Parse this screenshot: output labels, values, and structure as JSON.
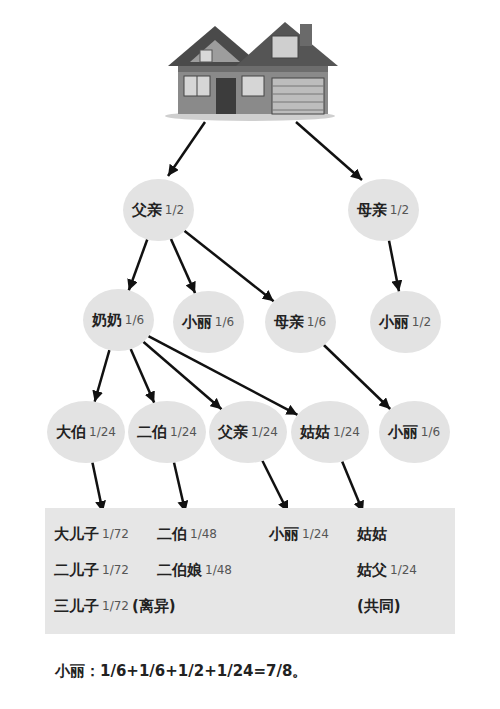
{
  "diagram": {
    "nodes": [
      {
        "text": [
          "父亲",
          "1/2"
        ]
      },
      {
        "text": [
          "母亲",
          "1/2"
        ]
      },
      {
        "text": [
          "奶奶",
          "1/6"
        ]
      },
      {
        "text": [
          "小丽",
          "1/6"
        ]
      },
      {
        "text": [
          "母亲",
          "1/6"
        ]
      },
      {
        "text": [
          "小丽",
          "1/2"
        ]
      },
      {
        "text": [
          "大伯",
          "1/24"
        ]
      },
      {
        "text": [
          "二伯",
          "1/24"
        ]
      },
      {
        "text": [
          "父亲",
          "1/24"
        ]
      },
      {
        "text": [
          "姑姑",
          "1/24"
        ]
      },
      {
        "text": [
          "小丽",
          "1/6"
        ]
      },
      {
        "text": []
      },
      {
        "text": [
          "大儿子",
          "1/72",
          "二儿子",
          "1/72",
          "三儿子",
          "1/72",
          "(离异)"
        ],
        "in": 11
      },
      {
        "text": [
          "二伯",
          "1/48",
          "二伯娘",
          "1/48"
        ],
        "in": 11
      },
      {
        "text": [
          "小丽",
          "1/24"
        ],
        "in": 11
      },
      {
        "text": [
          "姑姑",
          "姑父",
          "1/24",
          "(共同)"
        ],
        "in": 11
      }
    ],
    "edges": [
      {
        "from": 0,
        "to": 2,
        "arrow": "to"
      },
      {
        "from": 0,
        "to": 3,
        "arrow": "to"
      },
      {
        "from": 0,
        "to": 4,
        "arrow": "to"
      },
      {
        "from": 1,
        "to": 5,
        "arrow": "to"
      },
      {
        "from": 2,
        "to": 6,
        "arrow": "to"
      },
      {
        "from": 2,
        "to": 7,
        "arrow": "to"
      },
      {
        "from": 2,
        "to": 8,
        "arrow": "to"
      },
      {
        "from": 2,
        "to": 9,
        "arrow": "to"
      },
      {
        "from": 4,
        "to": 10,
        "arrow": "to"
      },
      {
        "from": 6,
        "to": 12,
        "arrow": "to"
      },
      {
        "from": 7,
        "to": 13,
        "arrow": "to"
      },
      {
        "from": 8,
        "to": 14,
        "arrow": "to"
      },
      {
        "from": 9,
        "to": 15,
        "arrow": "to"
      }
    ],
    "labels": [
      "小丽：1/6+1/6+1/2+1/24=7/8。"
    ]
  }
}
